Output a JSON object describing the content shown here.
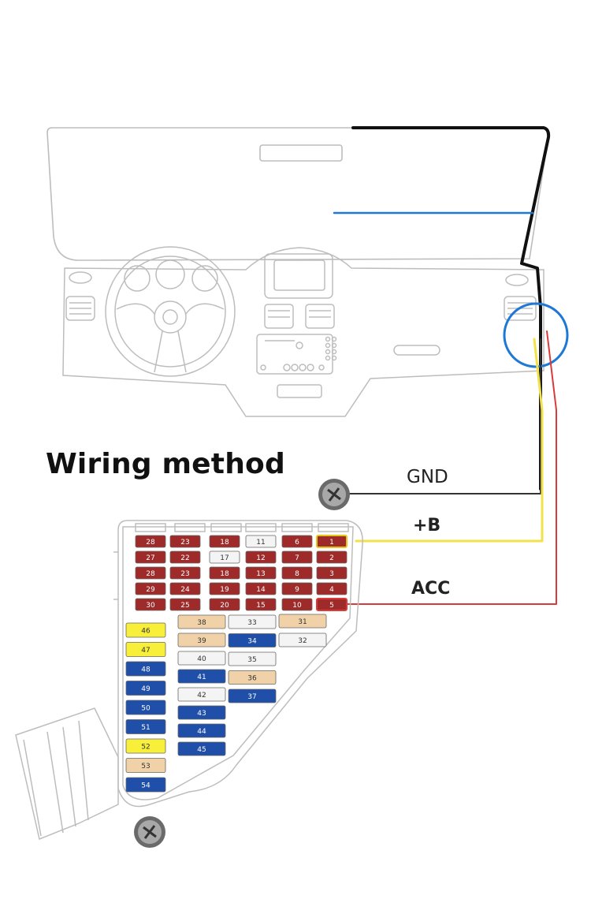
{
  "title": "Wiring method",
  "labels": {
    "gnd": "GND",
    "b": "+B",
    "acc": "ACC"
  },
  "colors": {
    "gnd": "#333333",
    "b": "#f2e14a",
    "acc": "#d93a3a",
    "blue_wire": "#1e78d6",
    "black_wire": "#111111",
    "outline": "#b9b9b9",
    "fuse_red": "#9e2a2a",
    "fuse_yellow": "#f7ef3a",
    "fuse_tan": "#f1d2a8",
    "fuse_blue": "#1f4fa8",
    "fuse_white": "#f4f4f4"
  },
  "fuse_box": {
    "grid": [
      [
        "28",
        "23",
        "18",
        "11",
        "6",
        "1"
      ],
      [
        "27",
        "22",
        "17",
        "12",
        "7",
        "2"
      ],
      [
        "28",
        "23",
        "18",
        "13",
        "8",
        "3"
      ],
      [
        "29",
        "24",
        "19",
        "14",
        "9",
        "4"
      ],
      [
        "30",
        "25",
        "20",
        "15",
        "10",
        "5"
      ]
    ],
    "left_column": [
      "46",
      "47",
      "48",
      "49",
      "50",
      "51",
      "52",
      "53",
      "54"
    ],
    "mid_column": [
      "38",
      "39",
      "40",
      "41",
      "42",
      "43",
      "44",
      "45"
    ],
    "right_column": [
      "33",
      "34",
      "35",
      "36",
      "37"
    ],
    "far_right": [
      "31",
      "32"
    ]
  }
}
